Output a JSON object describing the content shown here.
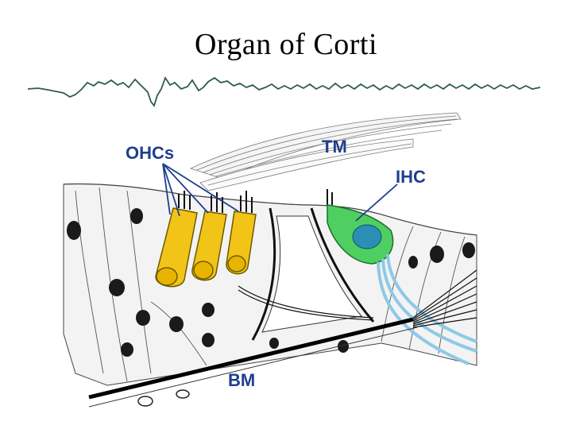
{
  "slide": {
    "title": "Organ of Corti"
  },
  "labels": {
    "ohcs": "OHCs",
    "tm": "TM",
    "ihc": "IHC",
    "bm": "BM"
  },
  "colors": {
    "label": "#1f3f8c",
    "outer_hair_cells": "#f2c418",
    "inner_hair_cell": "#4fcf62",
    "ihc_nucleus": "#2a8fb5",
    "nerve_fibers": "#8ec9e6",
    "trace": "#2e5b54",
    "basilar_membrane": "#000000"
  }
}
